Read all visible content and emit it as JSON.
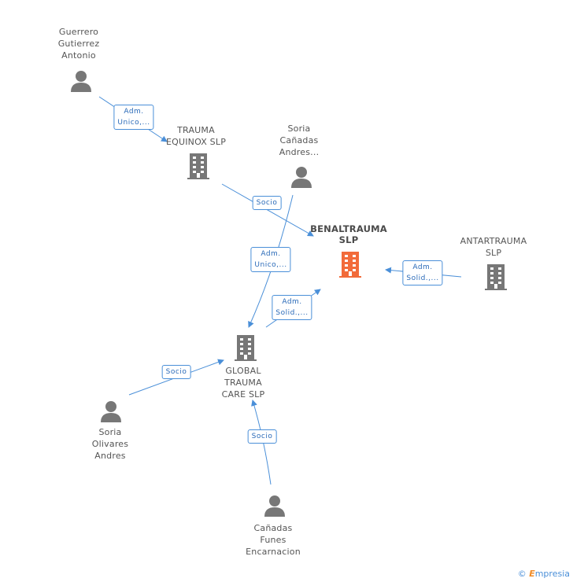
{
  "nodes": {
    "guerrero": {
      "label": "Guerrero\nGutierrez\nAntonio",
      "kind": "person"
    },
    "trauma_equinox": {
      "label": "TRAUMA\nEQUINOX SLP",
      "kind": "company"
    },
    "soria_canadas": {
      "label": "Soria\nCañadas\nAndres...",
      "kind": "person"
    },
    "benaltrauma": {
      "label": "BENALTRAUMA\nSLP",
      "kind": "company-main"
    },
    "antartrauma": {
      "label": "ANTARTRAUMA\nSLP",
      "kind": "company"
    },
    "global_trauma": {
      "label": "GLOBAL\nTRAUMA\nCARE SLP",
      "kind": "company"
    },
    "soria_olivares": {
      "label": "Soria\nOlivares\nAndres",
      "kind": "person"
    },
    "canadas_funes": {
      "label": "Cañadas\nFunes\nEncarnacion",
      "kind": "person"
    }
  },
  "edges": {
    "guerrero_trauma": "Adm.\nUnico,...",
    "trauma_benal": "Socio",
    "soria_global": "Adm.\nUnico,...",
    "global_benal": "Adm.\nSolid.,...",
    "antar_benal": "Adm.\nSolid.,...",
    "olivares_global": "Socio",
    "funes_global": "Socio"
  },
  "colors": {
    "edge": "#4a8fd8",
    "company": "#777777",
    "main": "#f26b3a",
    "person": "#777777"
  },
  "footer": {
    "copyright": "©",
    "brand_first": "E",
    "brand_rest": "mpresia"
  }
}
